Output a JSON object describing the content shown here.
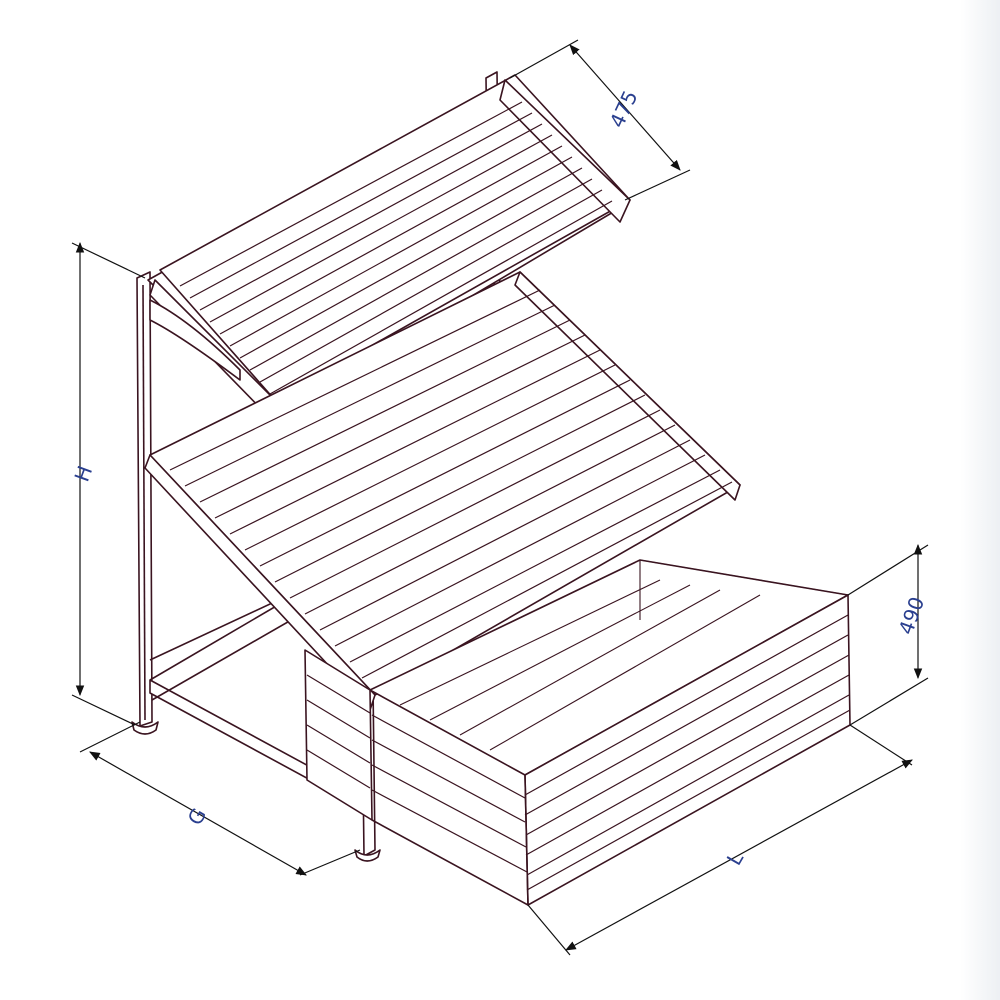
{
  "colors": {
    "structure": "#3a1420",
    "dimension_line": "#111111",
    "dimension_text": "#2a3f8f",
    "background": "#ffffff"
  },
  "dimensions": {
    "top_shelf_depth": "475",
    "height": "H",
    "bin_height": "490",
    "depth": "G",
    "length": "L"
  }
}
